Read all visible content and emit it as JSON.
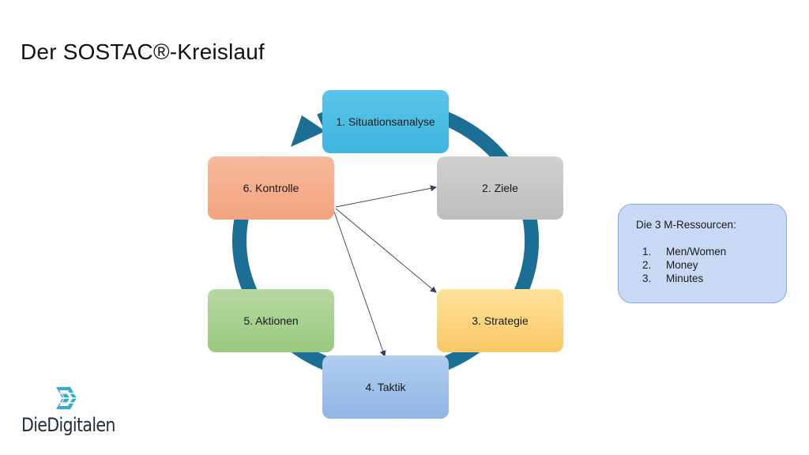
{
  "title": "Der SOSTAC®-Kreislauf",
  "steps": [
    {
      "label": "1. Situationsanalyse",
      "color": "#4dbde5"
    },
    {
      "label": "2. Ziele",
      "color": "#c6c6c6"
    },
    {
      "label": "3. Strategie",
      "color": "#fcd37e"
    },
    {
      "label": "4. Taktik",
      "color": "#9fc1ea"
    },
    {
      "label": "5. Aktionen",
      "color": "#a7d08f"
    },
    {
      "label": "6. Kontrolle",
      "color": "#f5ae8d"
    }
  ],
  "cycle_color": "#1b6f94",
  "resources": {
    "heading": "Die 3 M-Ressourcen:",
    "items": [
      {
        "num": "1.",
        "text": "Men/Women"
      },
      {
        "num": "2.",
        "text": "Money"
      },
      {
        "num": "3.",
        "text": "Minutes"
      }
    ]
  },
  "logo": {
    "text": "DieDigitalen",
    "color": "#38a9d3"
  }
}
